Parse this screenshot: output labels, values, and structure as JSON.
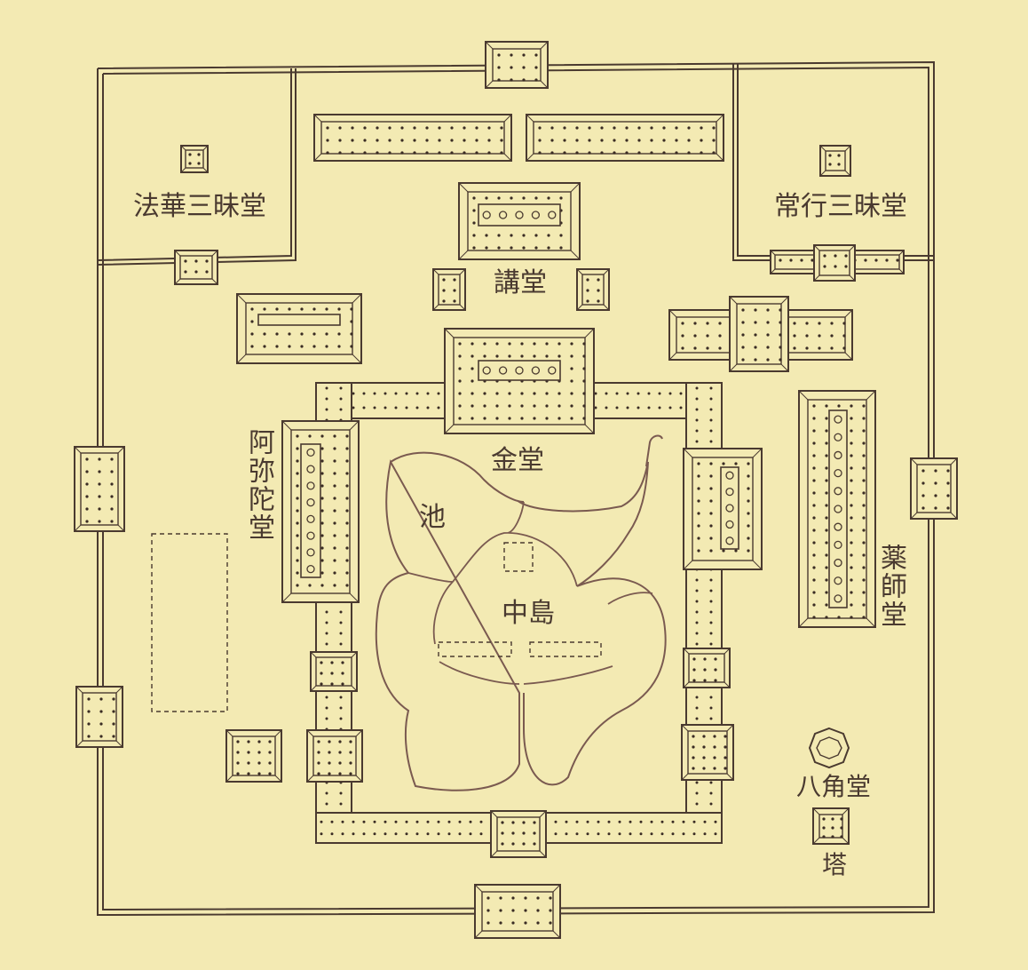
{
  "labels": {
    "hokke_sanmaido": "法華三昧堂",
    "jogyo_sanmaido": "常行三昧堂",
    "kodo": "講堂",
    "kondo": "金堂",
    "amidado": "阿弥陀堂",
    "ike": "池",
    "nakajima": "中島",
    "yakushido": "薬師堂",
    "hakkakudo": "八角堂",
    "to": "塔"
  },
  "colors": {
    "background": "#f3eab3",
    "line": "#4a3a30",
    "pond_line": "#7a5a50",
    "dots": "#3a2c24"
  }
}
